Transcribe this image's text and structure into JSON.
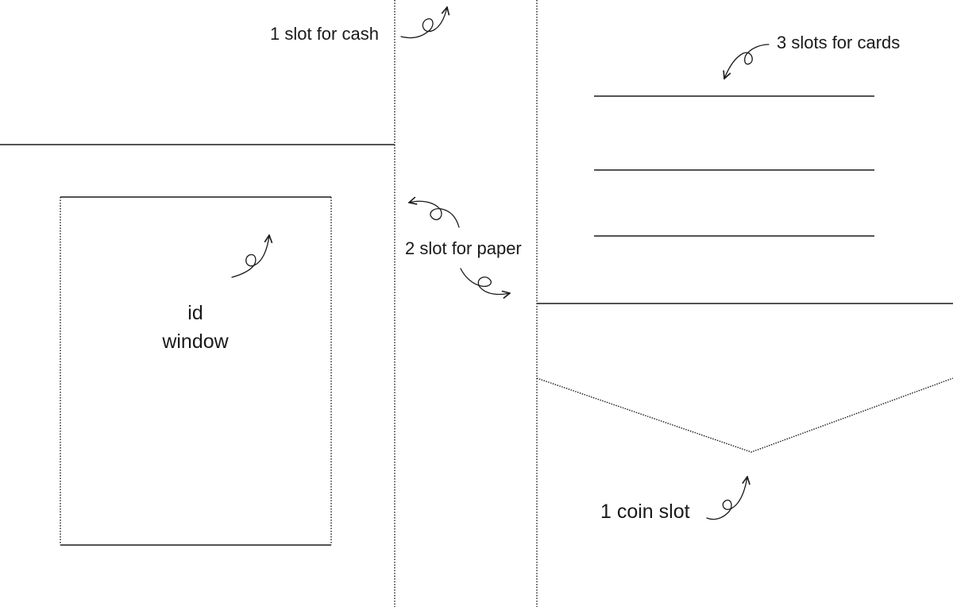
{
  "labels": {
    "cash": "1 slot for cash",
    "cards": "3 slots for cards",
    "paper": "2 slot for paper",
    "id_line1": "id",
    "id_line2": "window",
    "coin": "1 coin slot"
  },
  "icons": [
    "curly-arrow-icon"
  ],
  "colors": {
    "line": "#1a1a1a",
    "background": "#ffffff"
  }
}
